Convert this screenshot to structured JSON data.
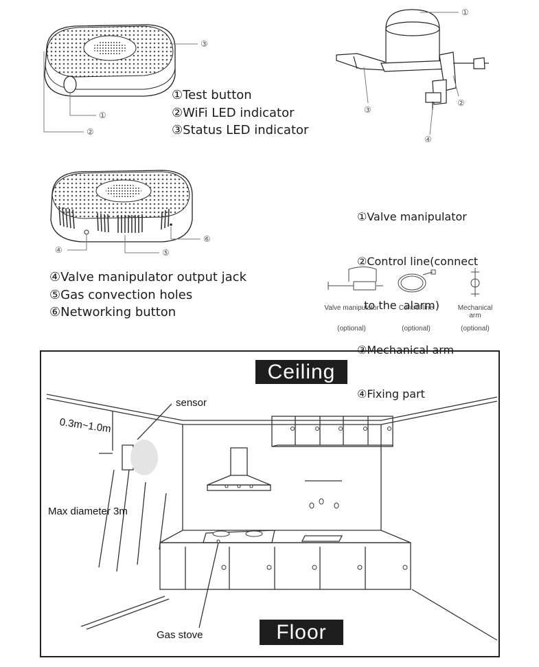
{
  "callout_numbers": {
    "n1": "①",
    "n2": "②",
    "n3": "③",
    "n4": "④",
    "n5": "⑤",
    "n6": "⑥"
  },
  "sensor_legend_top": [
    "①Test button",
    "②WiFi LED indicator",
    "③Status LED indicator"
  ],
  "sensor_legend_bottom": [
    "④Valve manipulator output jack",
    "⑤Gas convection holes",
    "⑥Networking button"
  ],
  "valve_legend": [
    "①Valve manipulator",
    "②Control line(connect",
    "  to the  alarm)",
    "③Mechanical arm",
    "④Fixing part"
  ],
  "accessories": [
    {
      "name": "Valve manipulator",
      "note": "(optional)"
    },
    {
      "name": "Control line",
      "note": "(optional)"
    },
    {
      "name": "Mechanical\narm",
      "note": "(optional)"
    }
  ],
  "scene": {
    "ceiling_label": "Ceiling",
    "floor_label": "Floor",
    "sensor_label": "sensor",
    "distance_label": "0.3m~1.0m",
    "diameter_label": "Max diameter  3m",
    "stove_label": "Gas stove"
  },
  "colors": {
    "banner_bg": "#1e1e1e",
    "line": "#222222",
    "callout_line": "#777777"
  }
}
